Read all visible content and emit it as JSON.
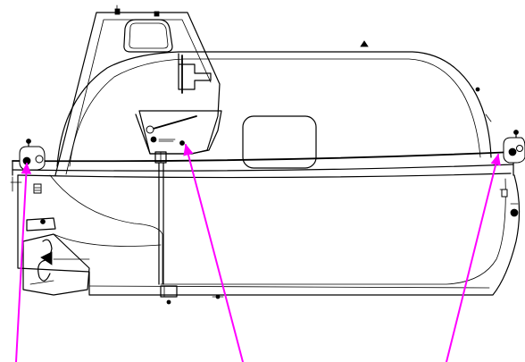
{
  "figure": {
    "subject": "enclosed-lifeboat-side-elevation",
    "line_color": "#000000",
    "background": "#ffffff",
    "pointer_color": "#ff00ff"
  },
  "pointers": [
    {
      "id": "aft-hook-pointer",
      "target": "aft-release-hook"
    },
    {
      "id": "center-console-pointer",
      "target": "steering-console-panel"
    },
    {
      "id": "fwd-hook-pointer",
      "target": "forward-release-hook"
    }
  ]
}
